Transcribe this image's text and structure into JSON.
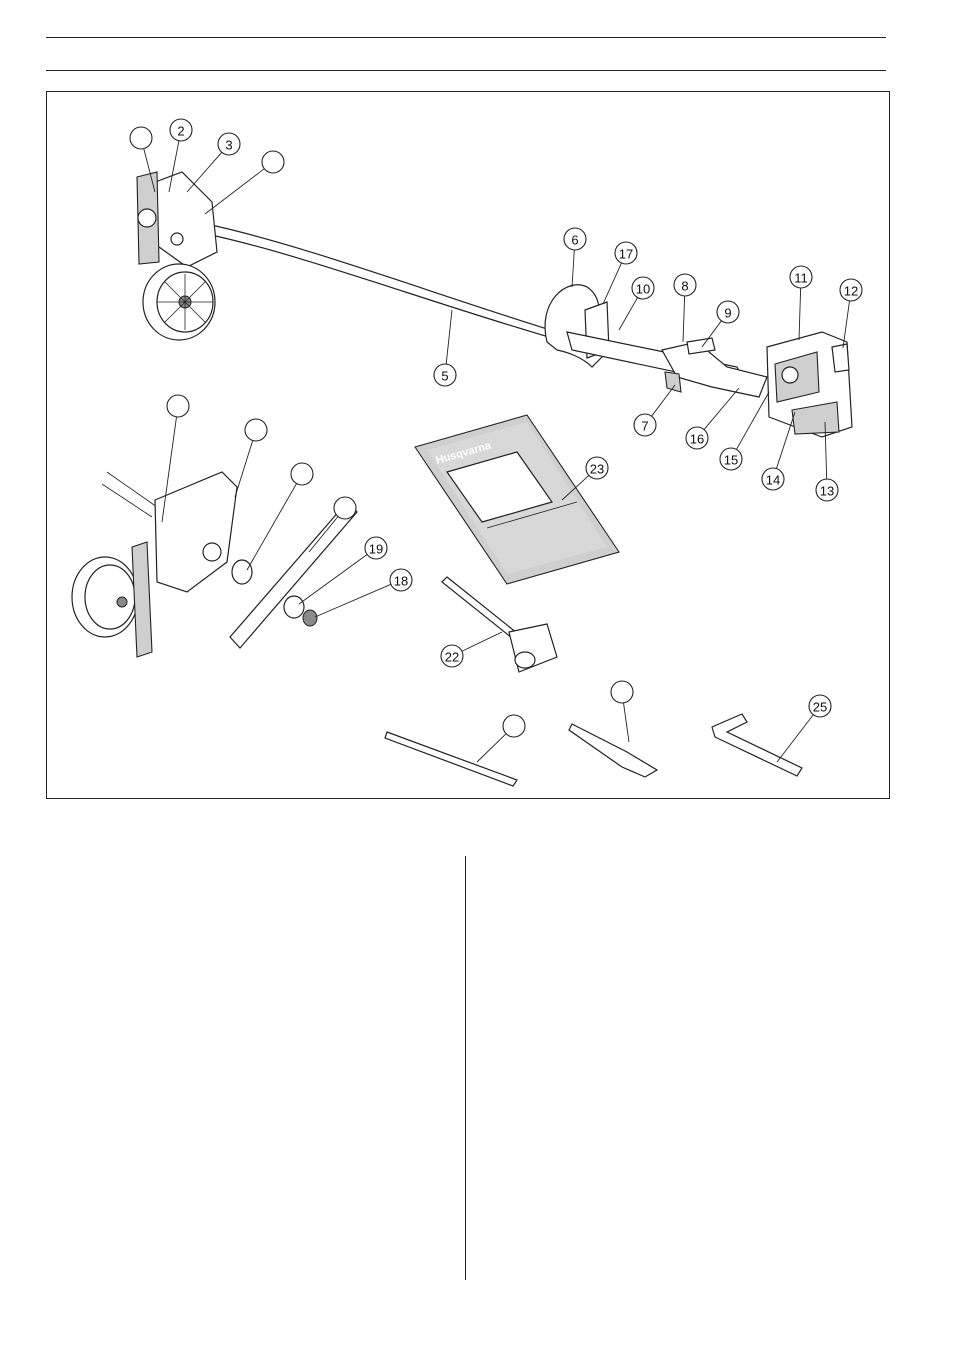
{
  "page": {
    "background_color": "#ffffff",
    "line_color": "#222222"
  },
  "figure": {
    "brand_text": "Husqvarna",
    "callouts": [
      {
        "id": "c1",
        "label": ""
      },
      {
        "id": "c2",
        "label": "2"
      },
      {
        "id": "c3",
        "label": "3"
      },
      {
        "id": "c4",
        "label": ""
      },
      {
        "id": "c5",
        "label": "5"
      },
      {
        "id": "c6",
        "label": "6"
      },
      {
        "id": "c7",
        "label": "7"
      },
      {
        "id": "c8",
        "label": "8"
      },
      {
        "id": "c9",
        "label": "9"
      },
      {
        "id": "c10",
        "label": "10"
      },
      {
        "id": "c11",
        "label": "11"
      },
      {
        "id": "c12",
        "label": "12"
      },
      {
        "id": "c13",
        "label": "13"
      },
      {
        "id": "c14",
        "label": "14"
      },
      {
        "id": "c15",
        "label": "15"
      },
      {
        "id": "c16",
        "label": "16"
      },
      {
        "id": "c17",
        "label": "17"
      },
      {
        "id": "c18",
        "label": "18"
      },
      {
        "id": "c19",
        "label": "19"
      },
      {
        "id": "c20",
        "label": ""
      },
      {
        "id": "c21",
        "label": ""
      },
      {
        "id": "c22",
        "label": "22"
      },
      {
        "id": "c23",
        "label": "23"
      },
      {
        "id": "c24",
        "label": ""
      },
      {
        "id": "c25",
        "label": "25"
      },
      {
        "id": "c26",
        "label": ""
      },
      {
        "id": "c27",
        "label": ""
      },
      {
        "id": "c28",
        "label": ""
      }
    ]
  }
}
